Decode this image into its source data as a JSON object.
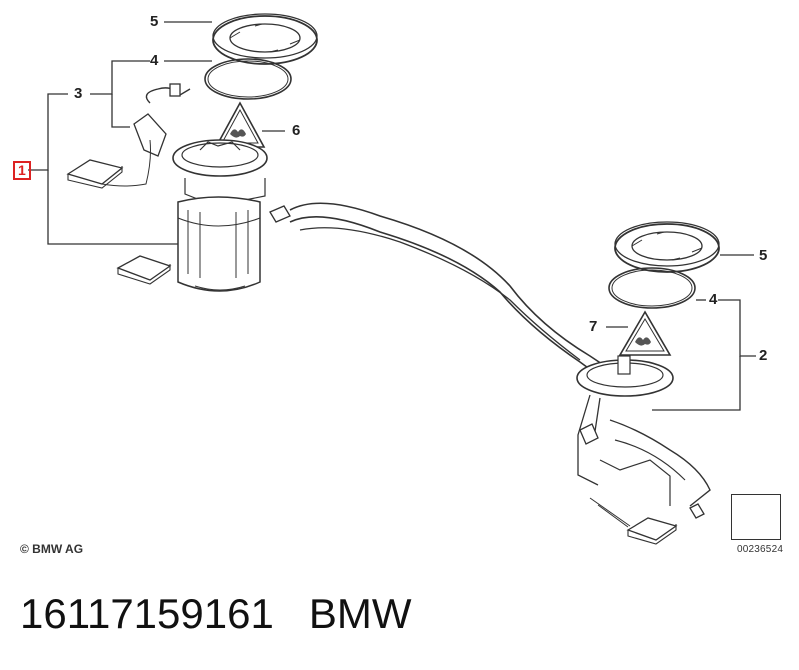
{
  "callouts": {
    "c1": "1",
    "c2": "2",
    "c3": "3",
    "c4_top": "4",
    "c4_right": "4",
    "c5_top": "5",
    "c5_right": "5",
    "c6": "6",
    "c7": "7"
  },
  "copyright": "© BMW AG",
  "figure_code": "00236524",
  "footer": {
    "part_number": "16117159161",
    "brand": "BMW"
  },
  "colors": {
    "callout_highlight": "#dd2222",
    "line": "#333333"
  }
}
